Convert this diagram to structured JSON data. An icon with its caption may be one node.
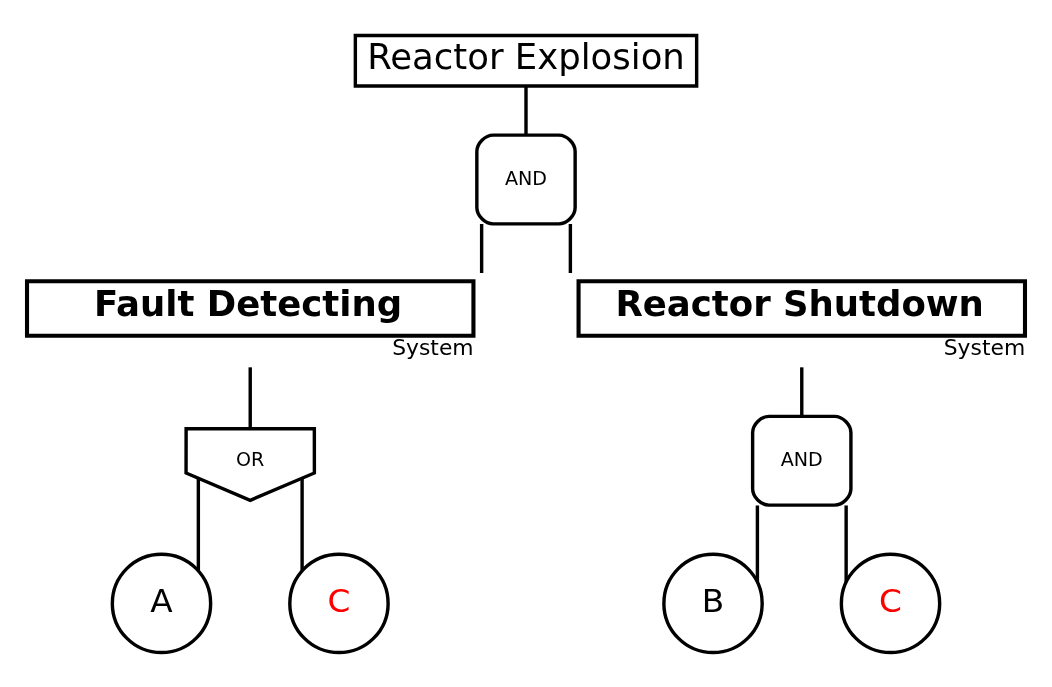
{
  "diagram": {
    "nodes": [
      {
        "text": [
          "Reactor Explosion"
        ]
      },
      {
        "text": [
          "AND"
        ]
      },
      {
        "text": [
          "Fault Detecting"
        ],
        "beside": [
          "System"
        ]
      },
      {
        "text": [
          "Reactor Shutdown"
        ],
        "beside": [
          "System"
        ]
      },
      {
        "text": [
          "OR"
        ]
      },
      {
        "text": [
          "AND"
        ]
      },
      {
        "text": [
          "A"
        ]
      },
      {
        "text": [
          "C"
        ]
      },
      {
        "text": [
          "B"
        ]
      },
      {
        "text": [
          "C"
        ]
      }
    ],
    "edges": [
      {
        "from": 0,
        "to": 1,
        "arrow": "none"
      },
      {
        "from": 1,
        "to": 2,
        "arrow": "none"
      },
      {
        "from": 1,
        "to": 3,
        "arrow": "none"
      },
      {
        "from": 2,
        "to": 4,
        "arrow": "none"
      },
      {
        "from": 3,
        "to": 5,
        "arrow": "none"
      },
      {
        "from": 4,
        "to": 6,
        "arrow": "none"
      },
      {
        "from": 4,
        "to": 7,
        "arrow": "none"
      },
      {
        "from": 5,
        "to": 8,
        "arrow": "none"
      },
      {
        "from": 5,
        "to": 9,
        "arrow": "none"
      }
    ]
  }
}
